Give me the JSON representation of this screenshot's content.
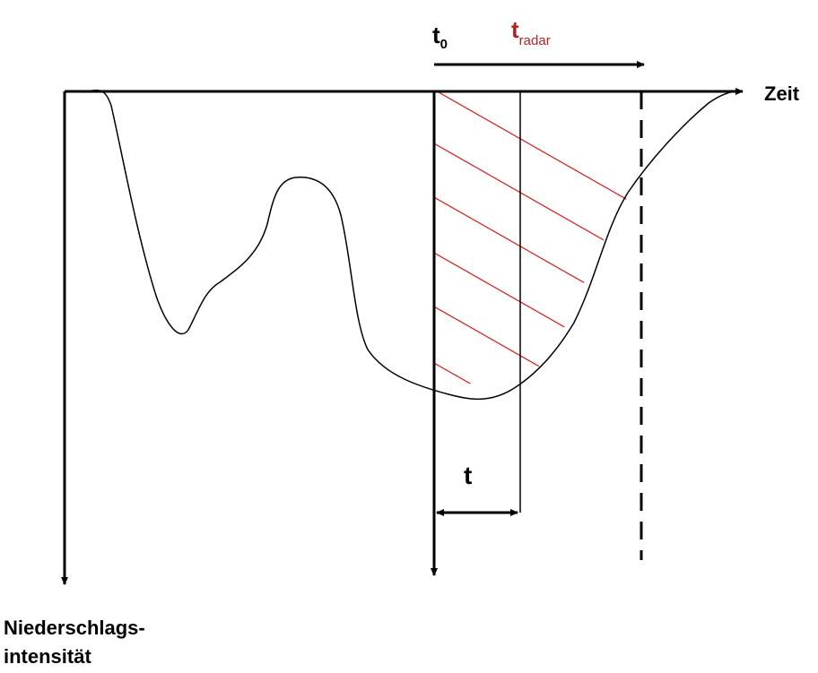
{
  "labels": {
    "t0_base": "t",
    "t0_sub": "0",
    "tradar_base": "t",
    "tradar_sub": "radar",
    "time_axis": "Zeit",
    "intensity_axis_line1": "Niederschlags-",
    "intensity_axis_line2": "intensität",
    "delta_t": "t"
  },
  "colors": {
    "axis": "#000000",
    "curve": "#000000",
    "hatch": "#d42a2a",
    "tradar_label": "#b22222"
  }
}
